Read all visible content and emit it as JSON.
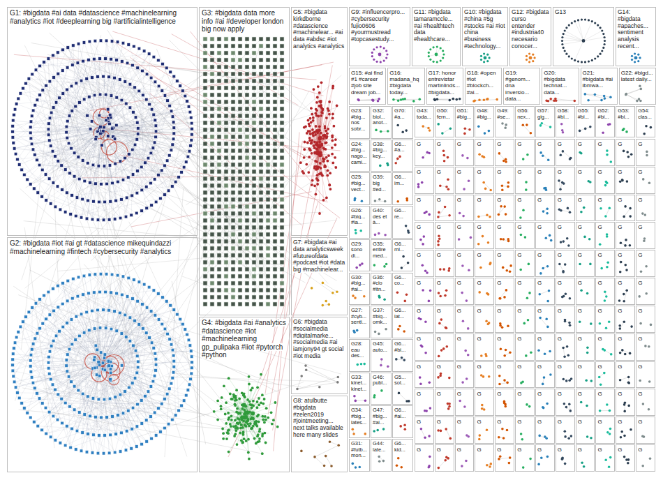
{
  "diagram": {
    "nodes": [
      {
        "text": [
          "G1: #bigdata #ai data #datascience #machinelearning #analytics #iot #deeplearning big #artificialintelligence"
        ]
      },
      {
        "text": [
          "G2: #bigdata #iot #ai gt #datascience mikequindazzi #machinelearning #fintech #cybersecurity #analytics"
        ]
      },
      {
        "text": [
          "G3: #bigdata data more info #ai #developer london big now apply"
        ]
      },
      {
        "text": [
          "G4: #bigdata #ai #analytics #datascience #iot #machinelearning gp_pulipaka #iiot #pytorch #python"
        ]
      },
      {
        "text": [
          "G5: #bigdata kirkdborne #datascience #machinelear... #ai data #abdsc #iot analytics #analytics"
        ]
      },
      {
        "text": [
          "G6: #bigdata #socialmedia #digitalmarke... #socialmedia #ai iamjony94 gt social #iot media"
        ]
      },
      {
        "text": [
          "G7: #bigdata #ai data analyticsweek #futureofdata #podcast #iot #data big #machinelear..."
        ]
      },
      {
        "text": [
          "G8: atulbutte #bigdata #zelen2019 #jointmeeting... next talks available here many slides"
        ]
      },
      {
        "text": [
          "G9: #influencerpro... #cybersecurity fujio0606 #yourmustread #topcasestudy..."
        ]
      },
      {
        "text": [
          "G11: #bigdata tamaramccle... #ai #healthtech data #healthcare..."
        ]
      },
      {
        "text": [
          "G10: #bigdata #china #5g #stocks #ai #iot china #business #technology..."
        ]
      },
      {
        "text": [
          "G12: #bigdata curso entender #industria40 necesario conocer..."
        ]
      },
      {
        "text": [
          "G13"
        ]
      },
      {
        "text": [
          "G14: #bigdata #apaches... sentiment analysis recent..."
        ]
      },
      {
        "text": [
          "G15: #ai find #1 #career #job site dream job..."
        ]
      },
      {
        "text": [
          "G16: madana_hq #bigdata today..."
        ]
      },
      {
        "text": [
          "G17: honor entrevistar martinlinds... #bigdata..."
        ]
      },
      {
        "text": [
          "G18: #open #iot #blockch... #ai..."
        ]
      },
      {
        "text": [
          "G19: #genom... dna inversio... data..."
        ]
      },
      {
        "text": [
          "G20: #bigdata technat... data..."
        ]
      },
      {
        "text": [
          "G21: #bigdata #ai ibmwa..."
        ]
      },
      {
        "text": [
          "G22: #bigd... latest daily..."
        ]
      },
      {
        "text": [
          "G23: #big... nos sobr..."
        ]
      },
      {
        "text": [
          "G32: biol... anot..."
        ]
      },
      {
        "text": [
          "G70: #a..."
        ]
      },
      {
        "text": [
          "G24: #big... nago... cami..."
        ]
      },
      {
        "text": [
          "G38: #big... key..."
        ]
      },
      {
        "text": [
          "G6... #a..."
        ]
      },
      {
        "text": [
          "G25: #big... vect..."
        ]
      },
      {
        "text": [
          "G39: big #ed..."
        ]
      },
      {
        "text": [
          "G6... im..."
        ]
      },
      {
        "text": [
          "G26: #big... #ia..."
        ]
      },
      {
        "text": [
          "G40: des et à..."
        ]
      },
      {
        "text": [
          "G6... re..."
        ]
      },
      {
        "text": [
          "G29: sono di..."
        ]
      },
      {
        "text": [
          "G35: entire med..."
        ]
      },
      {
        "text": [
          "G6... ml..."
        ]
      },
      {
        "text": [
          "G30: #big... #ai..."
        ]
      },
      {
        "text": [
          "G36: #cio #itn..."
        ]
      },
      {
        "text": [
          "G6... co..."
        ]
      },
      {
        "text": [
          "G27: #cyb... senti..."
        ]
      },
      {
        "text": [
          "G37: #big... omk..."
        ]
      },
      {
        "text": [
          "G6... lat..."
        ]
      },
      {
        "text": [
          "G28: eau des..."
        ]
      },
      {
        "text": [
          "G45: auto..."
        ]
      },
      {
        "text": [
          "G6... #bi..."
        ]
      },
      {
        "text": [
          "G33: kinet... kinet..."
        ]
      },
      {
        "text": [
          "G46: publ..."
        ]
      },
      {
        "text": [
          "G5... sol..."
        ]
      },
      {
        "text": [
          "G34: #big... lates..."
        ]
      },
      {
        "text": [
          "G47: #big... #ai..."
        ]
      },
      {
        "text": [
          "G6... #ai..."
        ]
      },
      {
        "text": [
          "G31: #futb... mon..."
        ]
      },
      {
        "text": [
          "G44: late..."
        ]
      },
      {
        "text": [
          "G6... kid..."
        ]
      },
      {
        "text": [
          "G43: toda..."
        ]
      },
      {
        "text": [
          "G50: fern..."
        ]
      },
      {
        "text": [
          "G51: #big..."
        ]
      },
      {
        "text": [
          "G48: #big..."
        ]
      },
      {
        "text": [
          "G49: #se..."
        ]
      },
      {
        "text": [
          "G56: nex..."
        ]
      },
      {
        "text": [
          "G57: gig..."
        ]
      },
      {
        "text": [
          "G58: #bi..."
        ]
      },
      {
        "text": [
          "G55: #bi..."
        ]
      },
      {
        "text": [
          "G52: #bi..."
        ]
      },
      {
        "text": [
          "G53: #bi..."
        ]
      },
      {
        "text": [
          "G54: clas..."
        ]
      },
      {
        "text": [
          "G"
        ]
      },
      {
        "text": [
          "G"
        ]
      },
      {
        "text": [
          "G"
        ]
      },
      {
        "text": [
          "G"
        ]
      },
      {
        "text": [
          "G"
        ]
      },
      {
        "text": [
          "G"
        ]
      },
      {
        "text": [
          "G"
        ]
      },
      {
        "text": [
          "G"
        ]
      },
      {
        "text": [
          "G"
        ]
      },
      {
        "text": [
          "G"
        ]
      },
      {
        "text": [
          "G"
        ]
      },
      {
        "text": [
          "G"
        ]
      },
      {
        "text": [
          "G"
        ]
      },
      {
        "text": [
          "G"
        ]
      },
      {
        "text": [
          "G"
        ]
      },
      {
        "text": [
          "G"
        ]
      },
      {
        "text": [
          "G"
        ]
      },
      {
        "text": [
          "G"
        ]
      },
      {
        "text": [
          "G"
        ]
      },
      {
        "text": [
          "G"
        ]
      },
      {
        "text": [
          "G"
        ]
      },
      {
        "text": [
          "G"
        ]
      },
      {
        "text": [
          "G"
        ]
      },
      {
        "text": [
          "G"
        ]
      },
      {
        "text": [
          "G"
        ]
      },
      {
        "text": [
          "G"
        ]
      },
      {
        "text": [
          "G"
        ]
      },
      {
        "text": [
          "G"
        ]
      },
      {
        "text": [
          "G"
        ]
      },
      {
        "text": [
          "G"
        ]
      },
      {
        "text": [
          "G"
        ]
      },
      {
        "text": [
          "G"
        ]
      },
      {
        "text": [
          "G"
        ]
      },
      {
        "text": [
          "G"
        ]
      },
      {
        "text": [
          "G"
        ]
      },
      {
        "text": [
          "G"
        ]
      },
      {
        "text": [
          "G"
        ]
      },
      {
        "text": [
          "G"
        ]
      },
      {
        "text": [
          "G"
        ]
      },
      {
        "text": [
          "G"
        ]
      },
      {
        "text": [
          "G"
        ]
      },
      {
        "text": [
          "G"
        ]
      },
      {
        "text": [
          "G"
        ]
      },
      {
        "text": [
          "G"
        ]
      },
      {
        "text": [
          "G"
        ]
      },
      {
        "text": [
          "G"
        ]
      },
      {
        "text": [
          "G"
        ]
      },
      {
        "text": [
          "G"
        ]
      },
      {
        "text": [
          "G"
        ]
      },
      {
        "text": [
          "G"
        ]
      },
      {
        "text": [
          "G"
        ]
      },
      {
        "text": [
          "G"
        ]
      },
      {
        "text": [
          "G"
        ]
      },
      {
        "text": [
          "G"
        ]
      },
      {
        "text": [
          "G"
        ]
      },
      {
        "text": [
          "G"
        ]
      },
      {
        "text": [
          "G"
        ]
      },
      {
        "text": [
          "G"
        ]
      },
      {
        "text": [
          "G"
        ]
      },
      {
        "text": [
          "G"
        ]
      },
      {
        "text": [
          "G"
        ]
      },
      {
        "text": [
          "G"
        ]
      },
      {
        "text": [
          "G"
        ]
      },
      {
        "text": [
          "G"
        ]
      },
      {
        "text": [
          "G"
        ]
      },
      {
        "text": [
          "G"
        ]
      },
      {
        "text": [
          "G"
        ]
      },
      {
        "text": [
          "G"
        ]
      },
      {
        "text": [
          "G"
        ]
      },
      {
        "text": [
          "G"
        ]
      },
      {
        "text": [
          "G"
        ]
      },
      {
        "text": [
          "G"
        ]
      },
      {
        "text": [
          "G"
        ]
      },
      {
        "text": [
          "G"
        ]
      },
      {
        "text": [
          "G"
        ]
      },
      {
        "text": [
          "G"
        ]
      },
      {
        "text": [
          "G"
        ]
      },
      {
        "text": [
          "G"
        ]
      },
      {
        "text": [
          "G"
        ]
      },
      {
        "text": [
          "G"
        ]
      },
      {
        "text": [
          "G"
        ]
      },
      {
        "text": [
          "G"
        ]
      },
      {
        "text": [
          "G"
        ]
      },
      {
        "text": [
          "G"
        ]
      },
      {
        "text": [
          "G"
        ]
      },
      {
        "text": [
          "G"
        ]
      },
      {
        "text": [
          "G"
        ]
      },
      {
        "text": [
          "G"
        ]
      },
      {
        "text": [
          "G"
        ]
      },
      {
        "text": [
          "G"
        ]
      },
      {
        "text": [
          "G"
        ]
      },
      {
        "text": [
          "G"
        ]
      },
      {
        "text": [
          "G"
        ]
      },
      {
        "text": [
          "G"
        ]
      },
      {
        "text": [
          "G"
        ]
      },
      {
        "text": [
          "G"
        ]
      },
      {
        "text": [
          "G"
        ]
      },
      {
        "text": [
          "G"
        ]
      },
      {
        "text": [
          "G"
        ]
      },
      {
        "text": [
          "G"
        ]
      },
      {
        "text": [
          "G"
        ]
      },
      {
        "text": [
          "G"
        ]
      },
      {
        "text": [
          "G"
        ]
      },
      {
        "text": [
          "G"
        ]
      },
      {
        "text": [
          "G"
        ]
      },
      {
        "text": [
          "G"
        ]
      },
      {
        "text": [
          "G"
        ]
      },
      {
        "text": [
          "G"
        ]
      },
      {
        "text": [
          "G"
        ]
      },
      {
        "text": [
          "G"
        ]
      },
      {
        "text": [
          "G"
        ]
      },
      {
        "text": [
          "G"
        ]
      },
      {
        "text": [
          "G"
        ]
      },
      {
        "text": [
          "G"
        ]
      },
      {
        "text": [
          "G"
        ]
      },
      {
        "text": [
          "G"
        ]
      },
      {
        "text": [
          "G"
        ]
      },
      {
        "text": [
          "G"
        ]
      },
      {
        "text": [
          "G"
        ]
      },
      {
        "text": [
          "G"
        ]
      },
      {
        "text": [
          "G"
        ]
      },
      {
        "text": [
          "G"
        ]
      },
      {
        "text": [
          "G"
        ]
      },
      {
        "text": [
          "G"
        ]
      },
      {
        "text": [
          "G"
        ]
      },
      {
        "text": [
          "G"
        ]
      },
      {
        "text": [
          "G"
        ]
      },
      {
        "text": [
          "G"
        ]
      },
      {
        "text": [
          "G"
        ]
      },
      {
        "text": [
          "G"
        ]
      },
      {
        "text": [
          "G"
        ]
      },
      {
        "text": [
          "G"
        ]
      },
      {
        "text": [
          "G"
        ]
      },
      {
        "text": [
          "G"
        ]
      },
      {
        "text": [
          "G"
        ]
      },
      {
        "text": [
          "G"
        ]
      },
      {
        "text": [
          "G"
        ]
      },
      {
        "text": [
          "G"
        ]
      },
      {
        "text": [
          "G"
        ]
      },
      {
        "text": [
          "G"
        ]
      },
      {
        "text": [
          "G"
        ]
      },
      {
        "text": [
          "G"
        ]
      },
      {
        "text": [
          "G"
        ]
      },
      {
        "text": [
          "G"
        ]
      }
    ]
  }
}
